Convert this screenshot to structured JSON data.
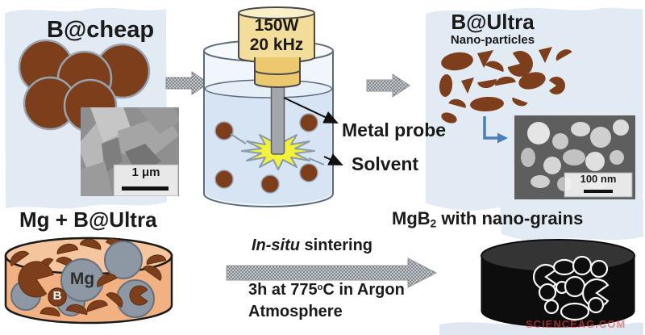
{
  "stage1": {
    "title": "B@cheap",
    "sem_scale": "1 μm"
  },
  "sonicator": {
    "power": "150W",
    "frequency": "20 kHz"
  },
  "callouts": {
    "probe": "Metal probe",
    "solvent": "Solvent"
  },
  "stage2": {
    "title": "B@Ultra",
    "subtitle": "Nano-particles",
    "sem_scale": "100 nm"
  },
  "stage3": {
    "title": "Mg + B@Ultra",
    "mg_label": "Mg",
    "b_label": "B"
  },
  "process": {
    "name_italic": "In-situ",
    "name_rest": " sintering",
    "cond1": "3h at 775",
    "cond1_sup": "o",
    "cond1_end": "C in Argon",
    "cond2": "Atmosphere"
  },
  "stage4": {
    "title_base": "MgB",
    "title_sub": "2",
    "title_rest": " with nano-grains"
  },
  "watermark": "SCIENCEAG.COM",
  "colors": {
    "panel_blue": "#e2eaf3",
    "boron_brown": "#7d3f1b",
    "mg_gray": "#8d98a4",
    "dish_peach": "#f2b183",
    "sonicator_yellow": "#f3dd9b",
    "spark_yellow": "#f2f23a",
    "steel_blue_arrow": "#4a7ebc",
    "pellet_black": "#0d0d0d",
    "watermark_red": "#e14646"
  }
}
